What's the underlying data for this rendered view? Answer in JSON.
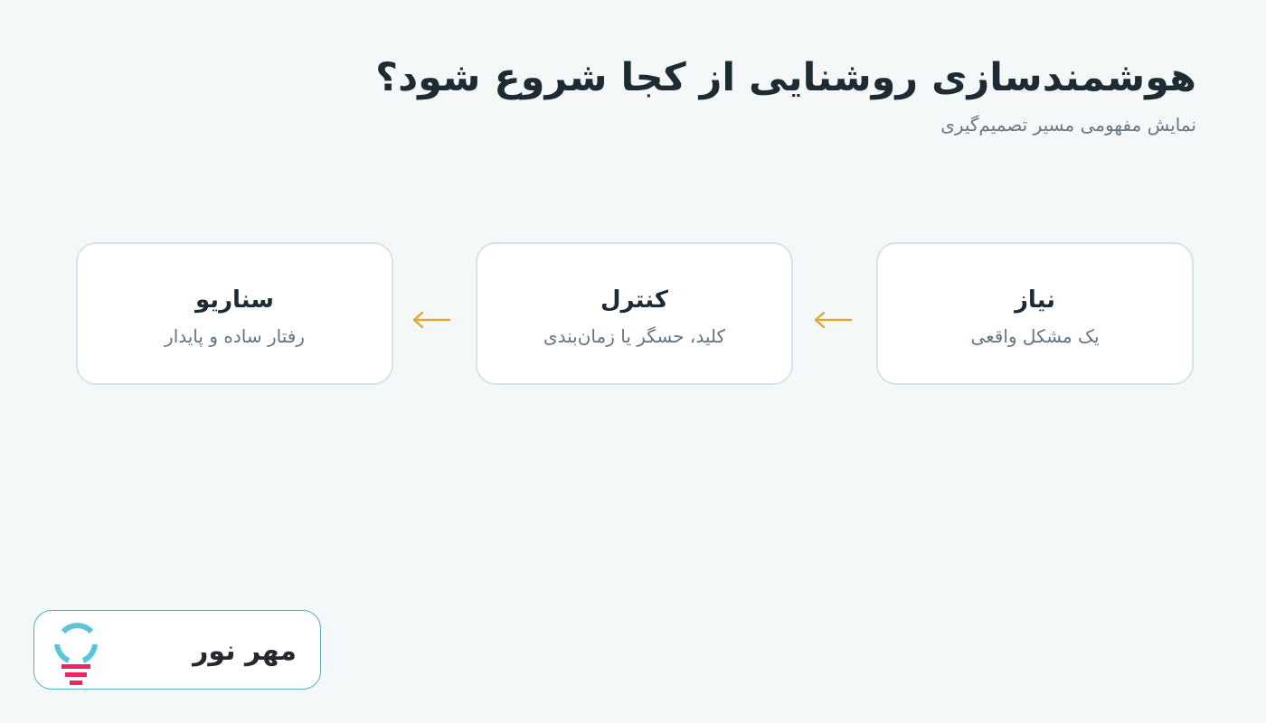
{
  "header": {
    "title": "هوشمندسازی روشنایی از کجا شروع شود؟",
    "subtitle": "نمایش مفهومی مسیر تصمیم‌گیری"
  },
  "flow": {
    "steps": [
      {
        "title": "نیاز",
        "description": "یک مشکل واقعی"
      },
      {
        "title": "کنترل",
        "description": "کلید، حسگر یا زمان‌بندی"
      },
      {
        "title": "سناریو",
        "description": "رفتار ساده و پایدار"
      }
    ],
    "arrow_icon": "left-arrow-icon",
    "arrow_color": "#e2a632"
  },
  "brand": {
    "name": "مهر نور",
    "icon": "lightbulb-logo-icon",
    "accent_color": "#5bc4db",
    "base_color": "#e9265f"
  },
  "colors": {
    "background": "#f5f8f9",
    "card_border": "#d9e2e7",
    "brand_border": "#56afbe"
  }
}
